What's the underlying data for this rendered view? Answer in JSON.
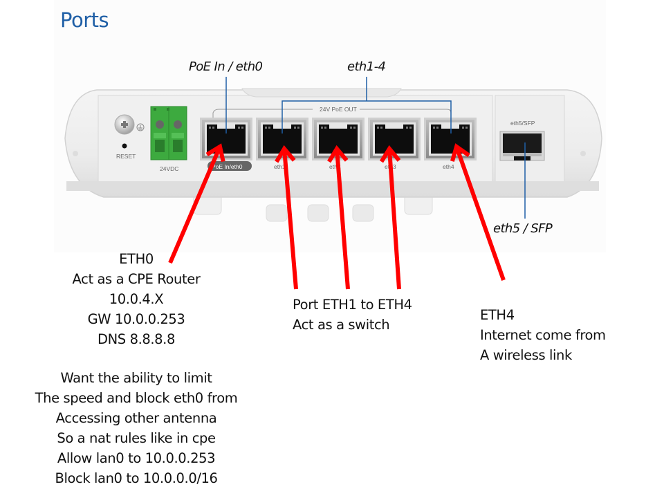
{
  "title": "Ports",
  "callouts": {
    "poe_in": "PoE In / eth0",
    "eth1_4": "eth1-4",
    "eth5_sfp": "eth5 / SFP"
  },
  "device": {
    "reset_label": "RESET",
    "power_label": "24VDC",
    "poe_out_label": "24V PoE OUT",
    "port_labels": [
      "PoE In/eth0",
      "eth1",
      "eth2",
      "eth3",
      "eth4"
    ],
    "sfp_label": "eth5/SFP"
  },
  "colors": {
    "title": "#1f5fa6",
    "callout_line": "#1f5fa6",
    "arrow": "#ff0000",
    "terminal_block": "#3daa3f"
  },
  "notes": {
    "eth0": [
      "ETH0",
      "Act as a CPE Router",
      "10.0.4.X",
      "GW 10.0.0.253",
      "DNS 8.8.8.8"
    ],
    "eth0_request": [
      "Want the ability to limit",
      "The speed and block eth0 from",
      "Accessing other antenna",
      "So a nat rules like in cpe",
      "Allow lan0 to 10.0.0.253",
      "Block lan0 to 10.0.0.0/16"
    ],
    "switch": [
      "Port ETH1 to ETH4",
      "Act as a switch"
    ],
    "eth4": [
      "ETH4",
      "Internet come from",
      "A wireless link"
    ]
  }
}
